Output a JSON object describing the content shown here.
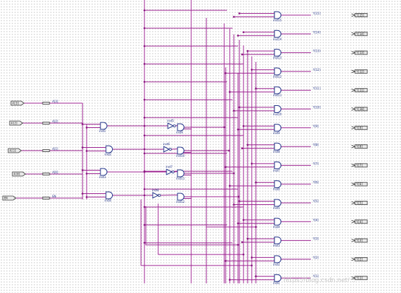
{
  "colors": {
    "wire": "#9b1f8f",
    "junction": "#8c1a82",
    "gate_outline": "#1e2f86",
    "pin_outline": "#333333",
    "grid_dot": "#9a9a9a"
  },
  "input_pins": [
    {
      "pin_label": "A[3]",
      "net_label": "A[3]"
    },
    {
      "pin_label": "A[2]",
      "net_label": "A[2]"
    },
    {
      "pin_label": "A[1]",
      "net_label": "A[1]"
    },
    {
      "pin_label": "A[0]",
      "net_label": "A[0]"
    },
    {
      "pin_label": "EN",
      "net_label": "EN"
    }
  ],
  "predecode_gates": [
    {
      "type": "and2",
      "label": "inst1"
    },
    {
      "type": "and2",
      "label": "inst2"
    },
    {
      "type": "and2",
      "label": "inst3"
    },
    {
      "type": "and2",
      "label": "inst4"
    }
  ],
  "inverters": [
    {
      "label": "inst5"
    },
    {
      "label": "inst6"
    },
    {
      "label": "inst7"
    },
    {
      "label": "inst8"
    }
  ],
  "mid_gates": [
    {
      "type": "and2",
      "label": "inst9"
    },
    {
      "type": "and2",
      "label": "inst10"
    },
    {
      "type": "and2",
      "label": "inst11"
    },
    {
      "type": "and2",
      "label": "inst12"
    }
  ],
  "output_gates": [
    {
      "label": "inst15",
      "output": "Y[15]"
    },
    {
      "label": "inst14",
      "output": "Y[14]"
    },
    {
      "label": "inst13",
      "output": "Y[13]"
    },
    {
      "label": "inst12",
      "output": "Y[12]"
    },
    {
      "label": "inst11",
      "output": "Y[11]"
    },
    {
      "label": "inst10",
      "output": "Y[10]"
    },
    {
      "label": "inst9",
      "output": "Y[9]"
    },
    {
      "label": "inst8",
      "output": "Y[8]"
    },
    {
      "label": "inst7",
      "output": "Y[7]"
    },
    {
      "label": "inst6",
      "output": "Y[6]"
    },
    {
      "label": "inst5",
      "output": "Y[5]"
    },
    {
      "label": "inst4",
      "output": "Y[4]"
    },
    {
      "label": "inst3",
      "output": "Y[3]"
    },
    {
      "label": "inst2",
      "output": "Y[2]"
    },
    {
      "label": "inst1",
      "output": "Y[1]"
    },
    {
      "label": "inst0",
      "output": "Y[0]"
    }
  ],
  "watermark": "https://blog.csdn.net/..."
}
